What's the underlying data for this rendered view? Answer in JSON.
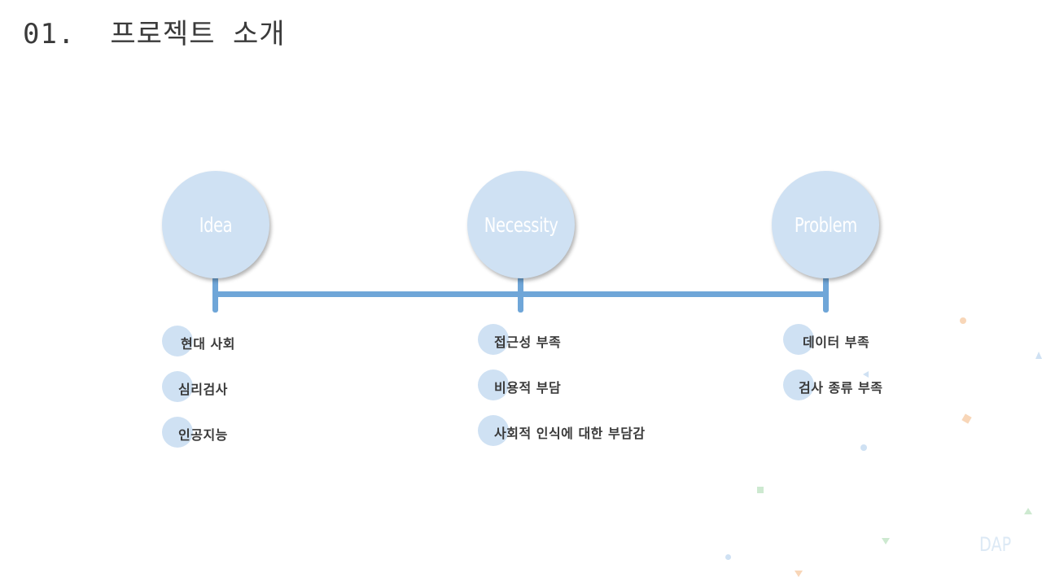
{
  "slide": {
    "title": "01.  프로젝트 소개",
    "watermark": "DAP"
  },
  "colors": {
    "connector": "#6fa6d8",
    "circle_fill": "#cfe1f3",
    "title_text": "#3a3a3a",
    "item_text": "#3a3a3a"
  },
  "columns": [
    {
      "label": "Idea",
      "items": [
        "현대 사회",
        "심리검사",
        "인공지능"
      ]
    },
    {
      "label": "Necessity",
      "items": [
        "접근성 부족",
        "비용적 부담",
        "사회적 인식에 대한 부담감"
      ]
    },
    {
      "label": "Problem",
      "items": [
        "데이터 부족",
        "검사 종류 부족"
      ]
    }
  ]
}
